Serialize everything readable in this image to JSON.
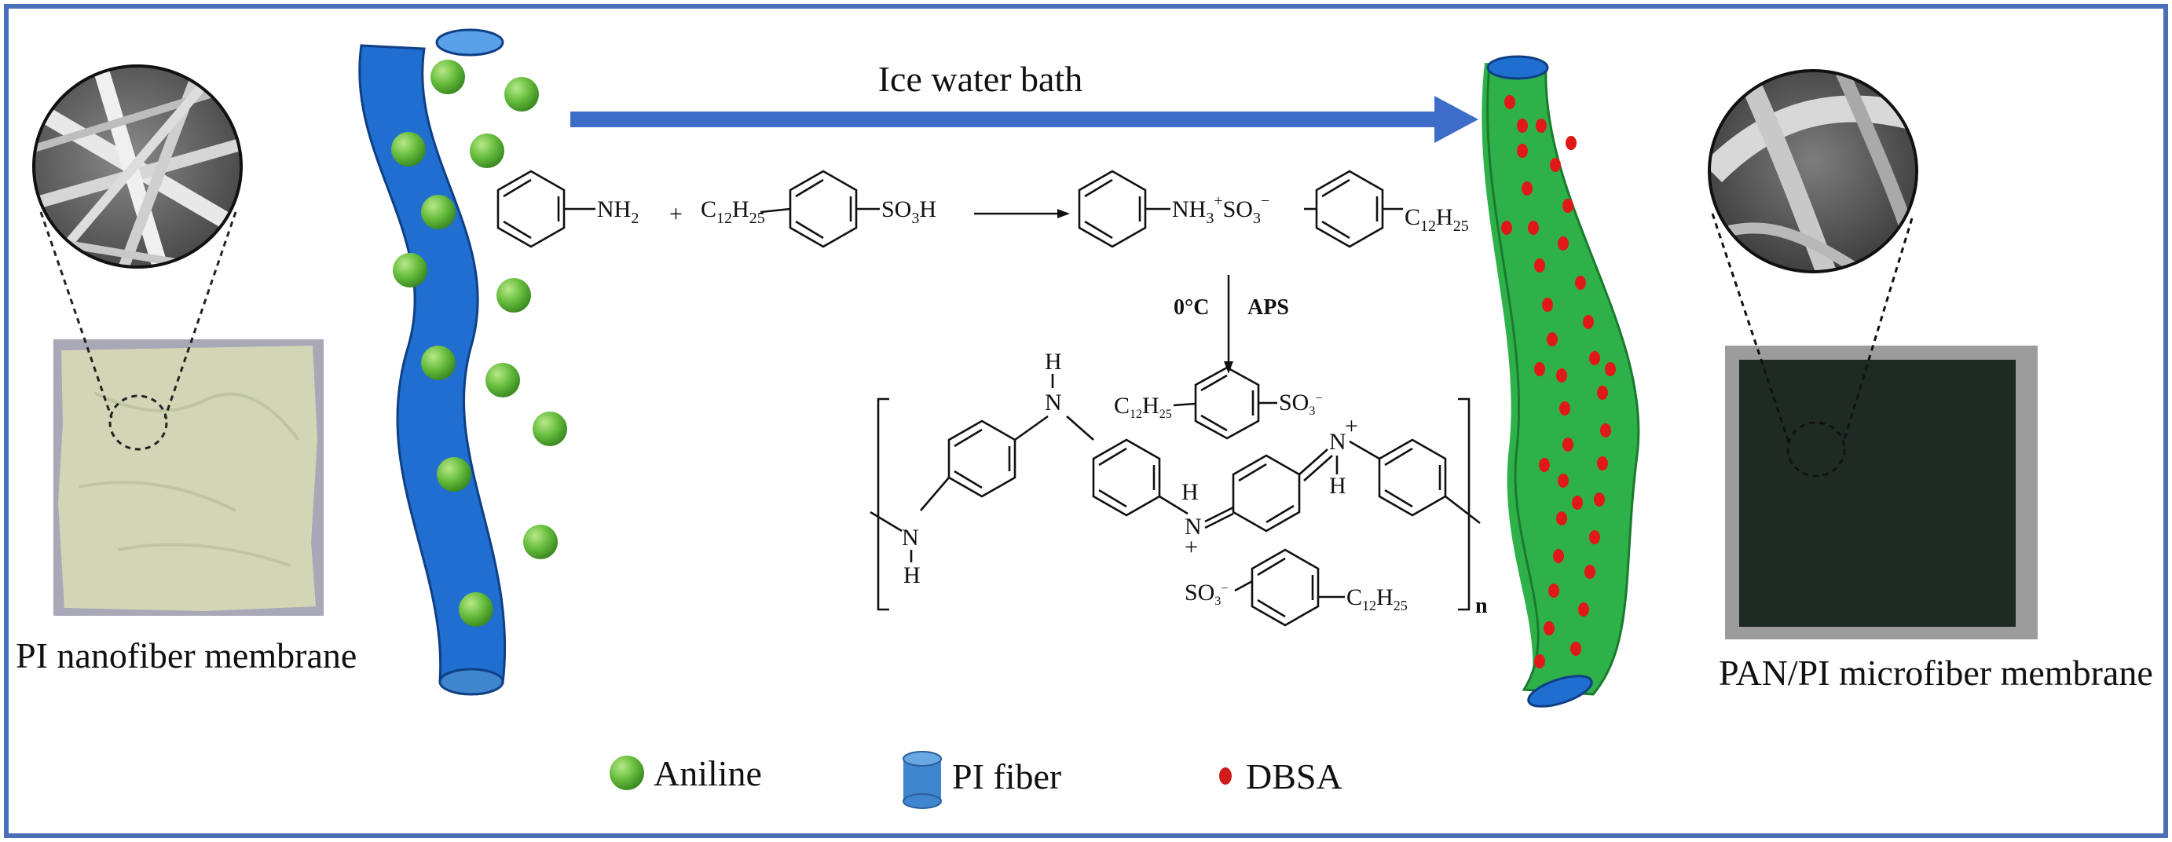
{
  "left": {
    "caption": "PI nanofiber membrane"
  },
  "right": {
    "caption": "PAN/PI microfiber membrane"
  },
  "arrow": {
    "label": "Ice water bath"
  },
  "reaction": {
    "aniline": {
      "main": "NH",
      "sub": "2"
    },
    "plus": "+",
    "dbsa": {
      "c_main": "C",
      "c_sub": "12",
      "h_main": "H",
      "h_sub": "25",
      "so3": "SO",
      "so3_sub": "3",
      "so3_h": "H"
    },
    "salt": {
      "nh": "NH",
      "nh_sub": "3",
      "nh_sup": "+",
      "so": "SO",
      "so_sub": "3",
      "so_sup": "−",
      "c": "C",
      "c_sub": "12",
      "h": "H",
      "h_sub": "25"
    },
    "condition_temp": "0°C",
    "condition_reagent": "APS",
    "polymer": {
      "h_top": "H",
      "n_top": "N",
      "c12_top": "C",
      "c12_top_sub": "12",
      "h25_top": "H",
      "h25_top_sub": "25",
      "so3_top": "SO",
      "so3_top_sub": "3",
      "so3_top_sup": "−",
      "n_right": "N",
      "n_right_sup": "+",
      "h_right": "H",
      "n_mid": "N",
      "n_mid_h": "H",
      "n_mid_plus": "+",
      "so3_bot": "SO",
      "so3_bot_sub": "3",
      "so3_bot_sup": "−",
      "c12_bot": "C",
      "c12_bot_sub": "12",
      "h25_bot": "H",
      "h25_bot_sub": "25",
      "n_left": "N",
      "h_left": "H",
      "repeat": "n"
    }
  },
  "legend": {
    "items": [
      {
        "label": "Aniline",
        "icon": "green-sphere-icon",
        "color": "#5fb83a"
      },
      {
        "label": "PI fiber",
        "icon": "blue-cylinder-icon",
        "color": "#3f86cf"
      },
      {
        "label": "DBSA",
        "icon": "red-dot-icon",
        "color": "#d11a1a"
      }
    ]
  },
  "colors": {
    "frame": "#4a6fb8",
    "fiber_blue": "#1e6fd0",
    "fiber_green": "#2fb14a",
    "aniline_green": "#6cc04a",
    "dbsa_red": "#e01818",
    "arrow_blue": "#3d6dc9"
  }
}
